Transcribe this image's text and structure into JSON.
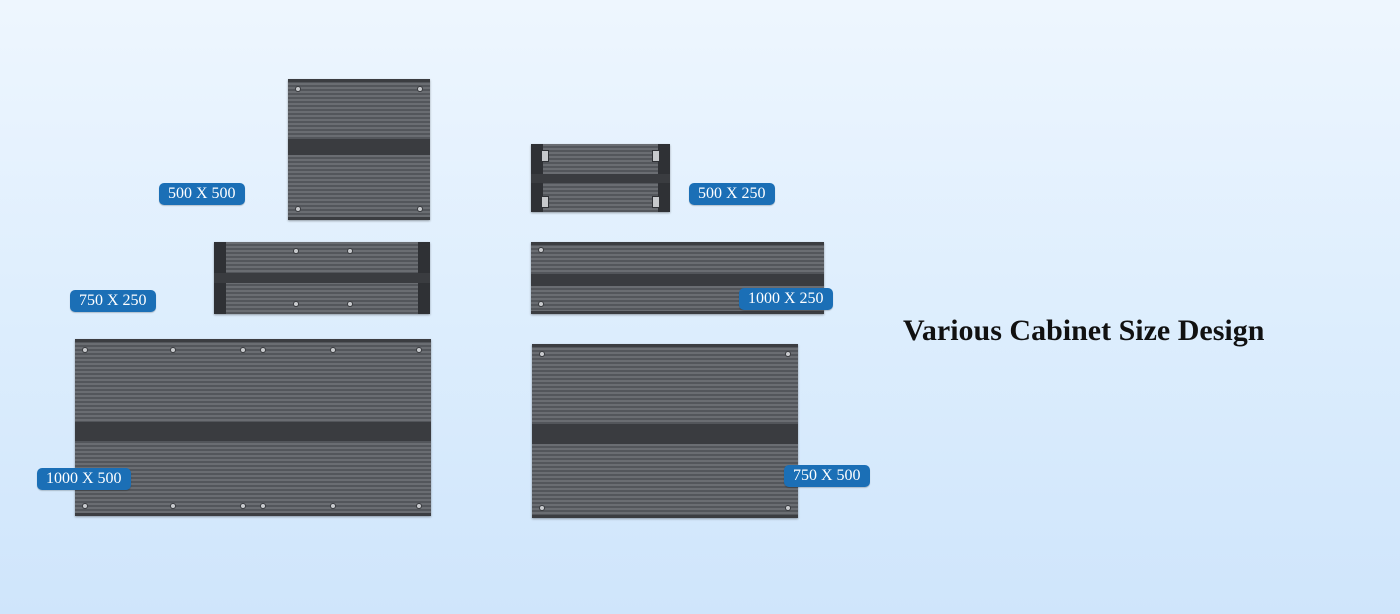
{
  "headline": "Various Cabinet Size Design",
  "cabinets": [
    {
      "name": "500x500",
      "label": "500 X 500"
    },
    {
      "name": "500x250",
      "label": "500 X 250"
    },
    {
      "name": "750x250",
      "label": "750 X 250"
    },
    {
      "name": "1000x250",
      "label": "1000 X 250"
    },
    {
      "name": "1000x500",
      "label": "1000 X 500"
    },
    {
      "name": "750x500",
      "label": "750 X 500"
    }
  ],
  "colors": {
    "label_background": "#1b6fb6",
    "label_text": "#ffffff",
    "cabinet_body": "#5b5e63",
    "headline_text": "#111111"
  }
}
